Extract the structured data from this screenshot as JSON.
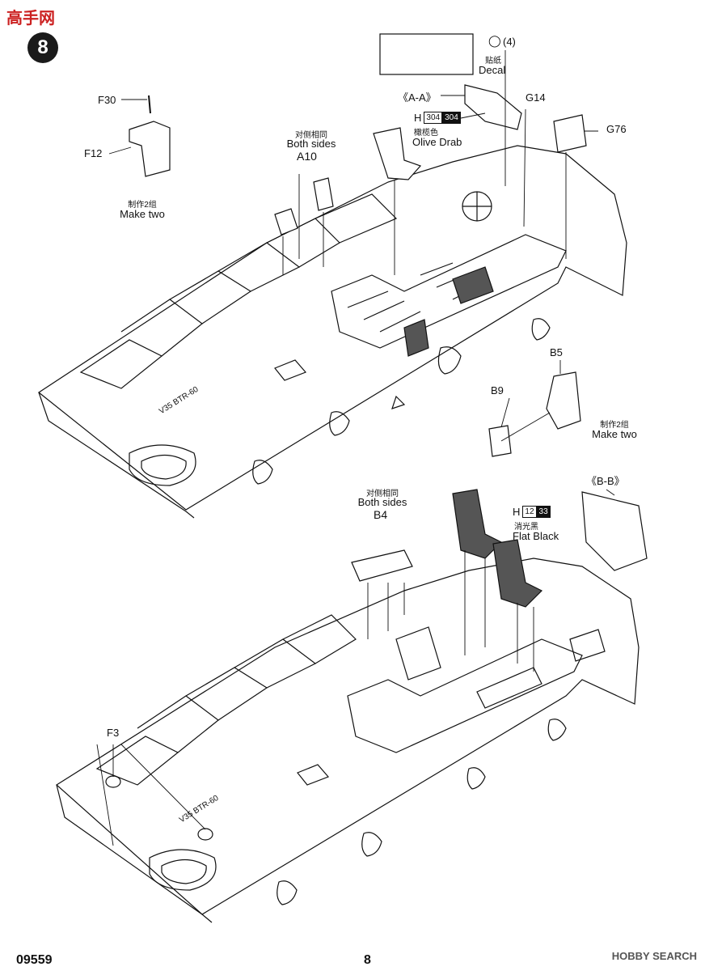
{
  "step": {
    "number": "8"
  },
  "top_logo": {
    "text": "高手网"
  },
  "labels": {
    "f30": "F30",
    "f12": "F12",
    "make_two_cn_1": "制作2组",
    "make_two_en_1": "Make two",
    "both_sides_cn_1": "对侧相同",
    "both_sides_en_1": "Both sides",
    "a10": "A10",
    "decal_count": "(4)",
    "decal_cn": "贴纸",
    "decal_en": "Decal",
    "section_aa": "《A-A》",
    "g14": "G14",
    "g76": "G76",
    "b5": "B5",
    "b9": "B9",
    "make_two_cn_2": "制作2组",
    "make_two_en_2": "Make two",
    "section_bb": "《B-B》",
    "both_sides_cn_2": "对侧相同",
    "both_sides_en_2": "Both sides",
    "b4": "B4",
    "f3": "F3"
  },
  "paints": {
    "olive": {
      "prefix": "H",
      "code_a": "304",
      "code_b": "304",
      "name_cn": "橄榄色",
      "name_en": "Olive Drab"
    },
    "black": {
      "prefix": "H",
      "code_a": "12",
      "code_b": "33",
      "name_cn": "消光黑",
      "name_en": "Flat Black"
    }
  },
  "hull_marking": "V35 BTR-60",
  "footer": {
    "kit_code": "09559",
    "page": "8",
    "watermark": "HOBBY SEARCH"
  },
  "colors": {
    "ink": "#111111",
    "hull_fill": "#ffffff",
    "seat_dark": "#555555"
  }
}
